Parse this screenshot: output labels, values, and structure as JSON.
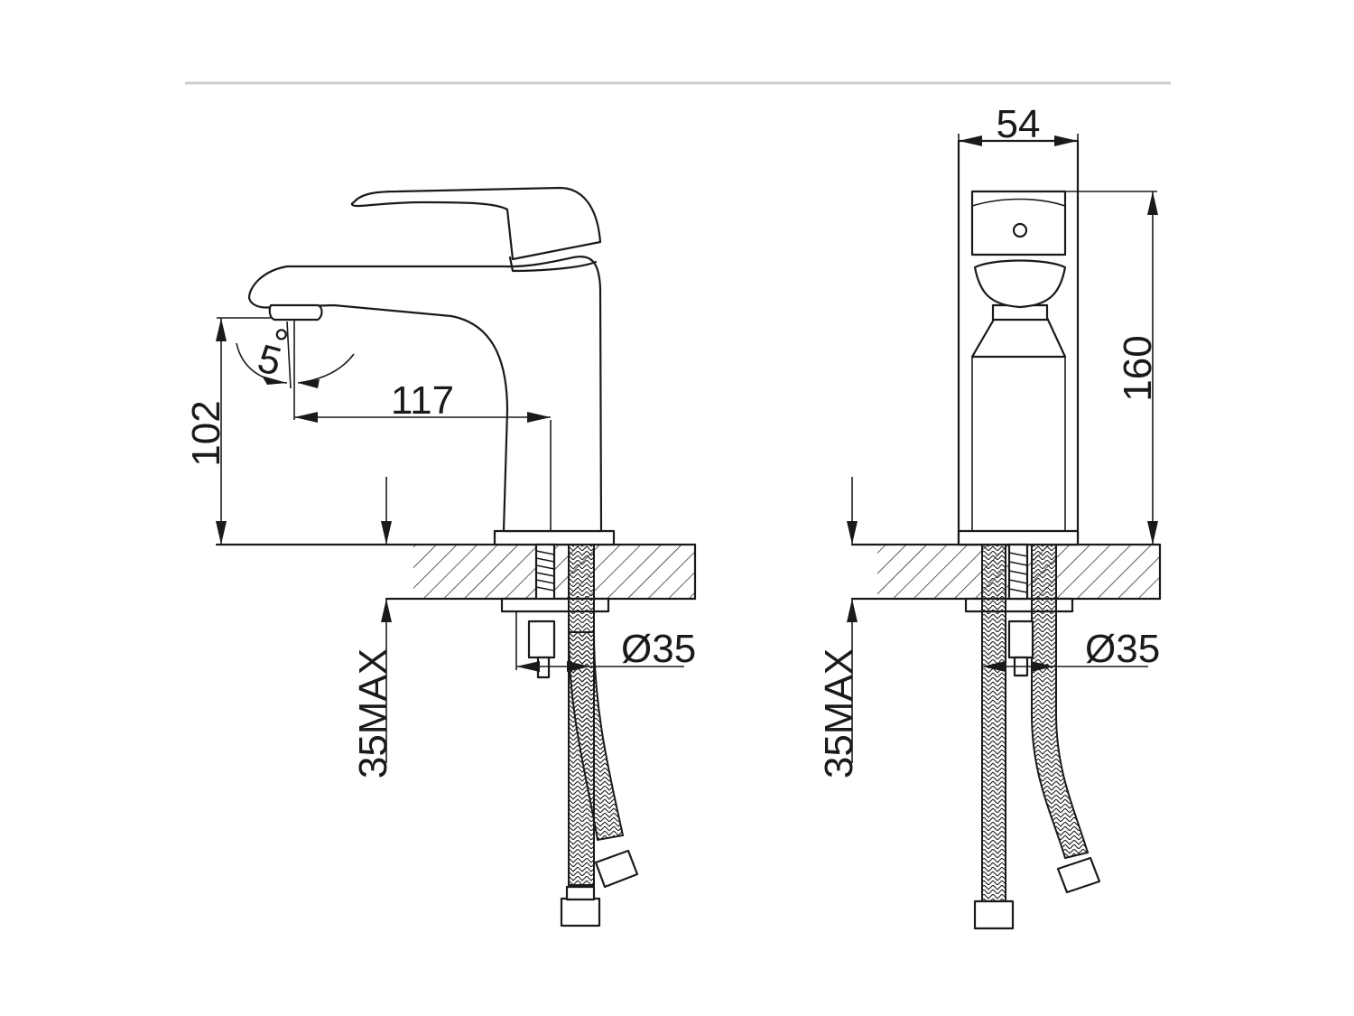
{
  "views": [
    {
      "name": "side-view",
      "dimensions": {
        "height": "102",
        "reach": "117",
        "angle": "5",
        "degree_symbol": "°",
        "thickness": "35MAX",
        "hole": "Ø35"
      }
    },
    {
      "name": "front-view",
      "dimensions": {
        "width": "54",
        "height": "160",
        "thickness": "35MAX",
        "hole": "Ø35"
      }
    }
  ],
  "colors": {
    "line": "#1a1a1a",
    "background": "#ffffff",
    "rule": "#cccccc"
  }
}
